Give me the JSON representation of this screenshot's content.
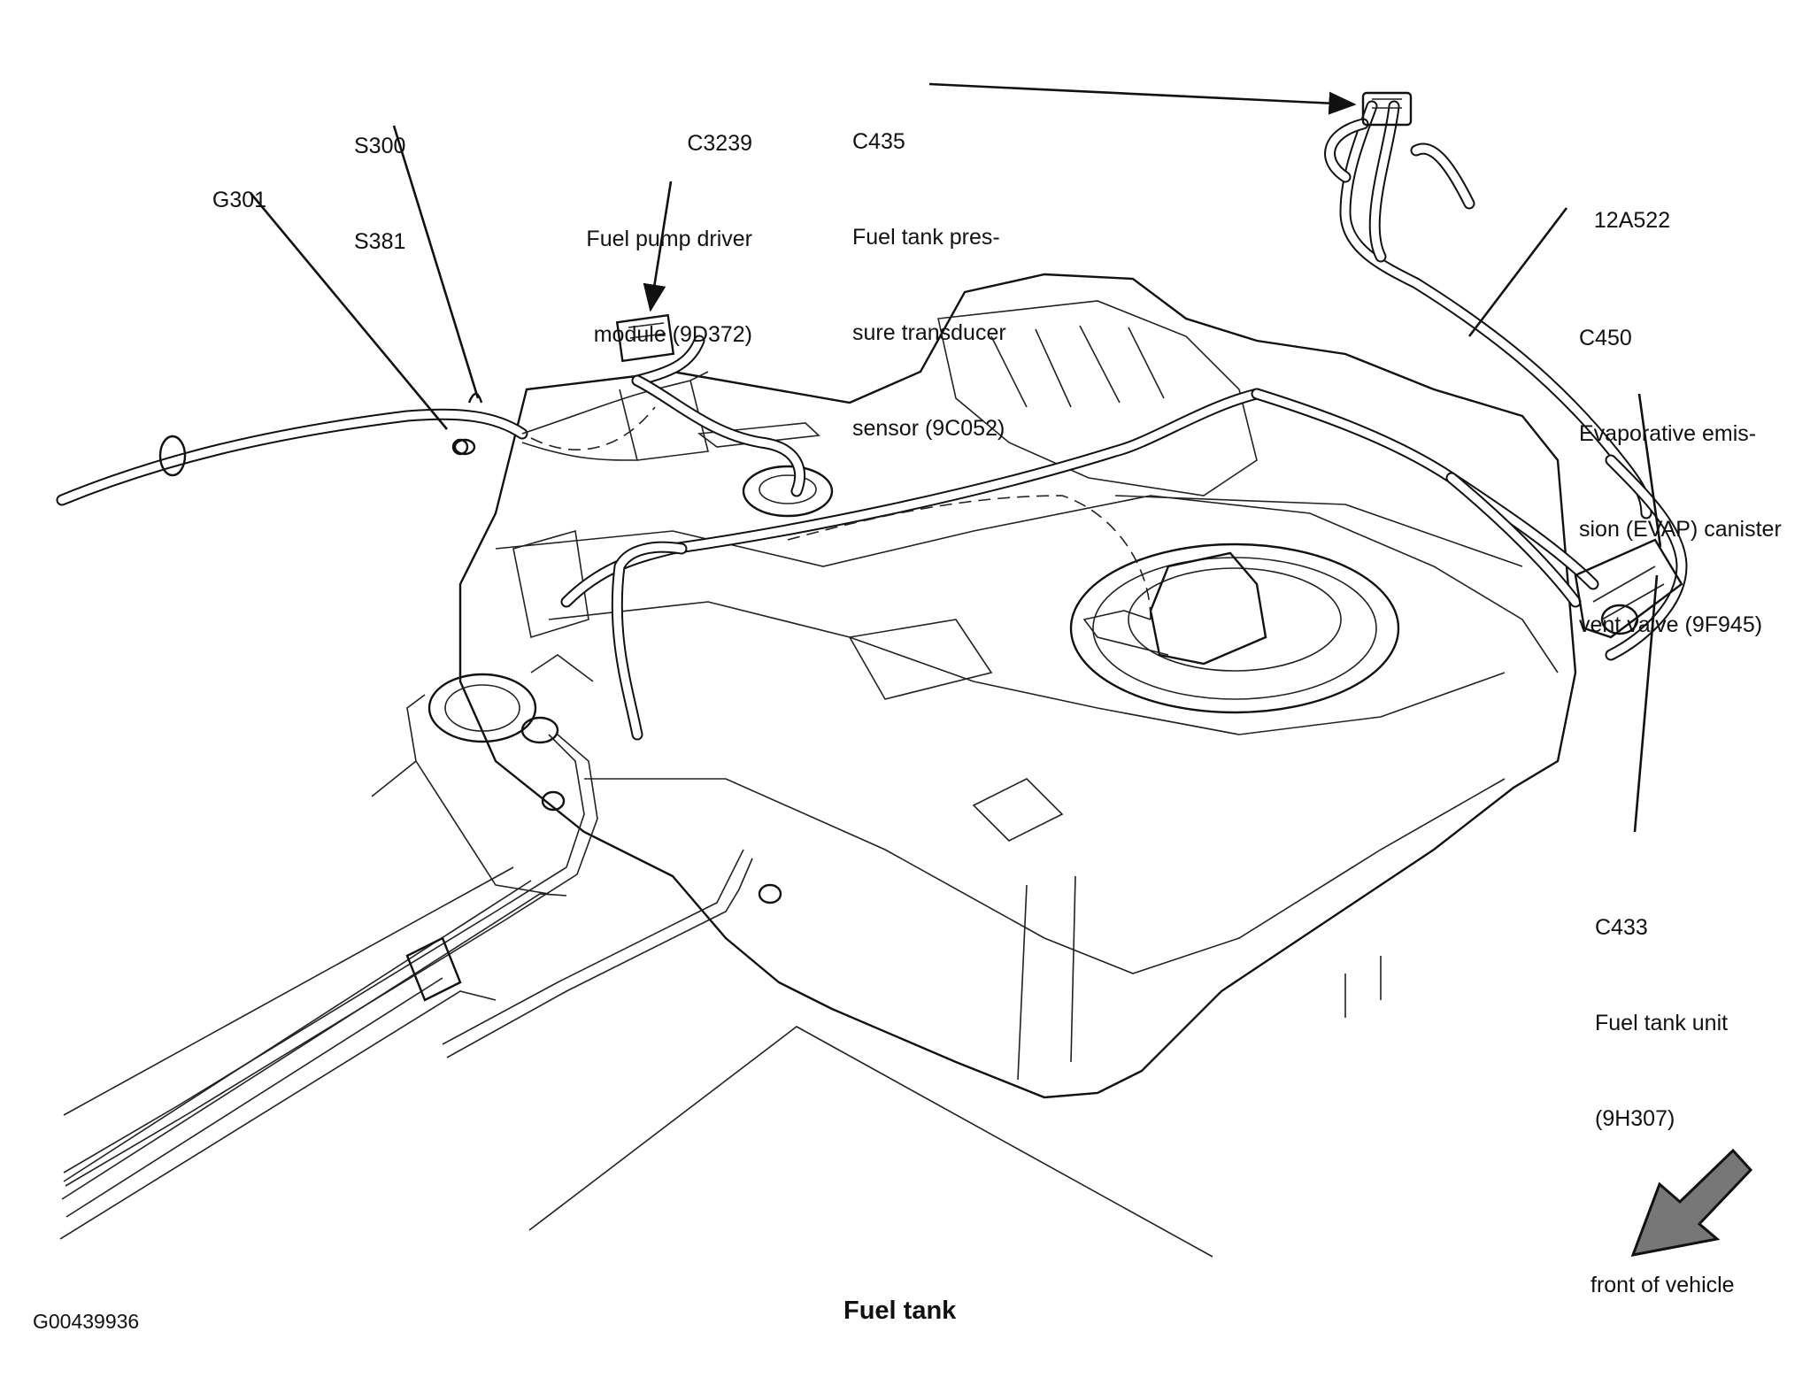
{
  "figure": {
    "title": "Fuel tank",
    "figure_id": "G00439936",
    "orientation_note": "front of vehicle"
  },
  "callouts": {
    "g301": {
      "code": "G301"
    },
    "s300": {
      "code": "S300",
      "code2": "S381"
    },
    "c3239": {
      "code": "C3239",
      "line1": "Fuel pump driver",
      "line2": "module (9D372)"
    },
    "c435": {
      "code": "C435",
      "line1": "Fuel tank pres-",
      "line2": "sure transducer",
      "line3": "sensor (9C052)"
    },
    "a12a522": {
      "code": "12A522"
    },
    "c450": {
      "code": "C450",
      "line1": "Evaporative emis-",
      "line2": "sion (EVAP) canister",
      "line3": "vent valve (9F945)"
    },
    "c433": {
      "code": "C433",
      "line1": "Fuel tank unit",
      "line2": "(9H307)"
    }
  },
  "colors": {
    "ink": "#111111",
    "arrow_fill": "#777777",
    "background": "#ffffff"
  }
}
